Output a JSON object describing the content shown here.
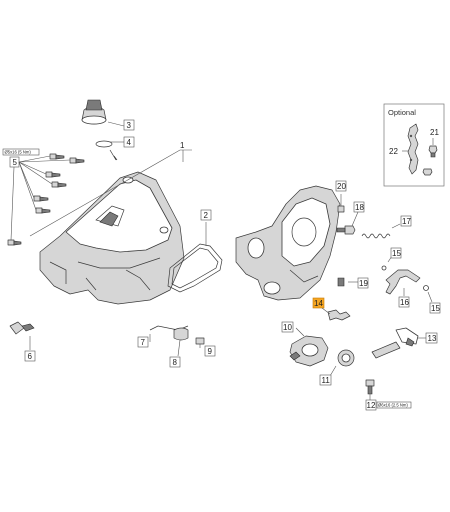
{
  "labels": {
    "l1": "1",
    "l2": "2",
    "l3": "3",
    "l4": "4",
    "l5": "5",
    "l6": "6",
    "l7": "7",
    "l8": "8",
    "l9": "9",
    "l10": "10",
    "l11": "11",
    "l12": "12",
    "l13": "13",
    "l14": "14",
    "l15a": "15",
    "l15b": "15",
    "l16": "16",
    "l17": "17",
    "l18": "18",
    "l19": "19",
    "l20": "20",
    "l21": "21",
    "l22": "22"
  },
  "torque": {
    "t5": "Ø5x16 (5 Nm)",
    "t12": "Ø6x16 (2.5 Nm)"
  },
  "optional_label": "Optional",
  "colors": {
    "highlight_fill": "#f5a623",
    "highlight_stroke": "#c77a00",
    "line": "#555555"
  }
}
